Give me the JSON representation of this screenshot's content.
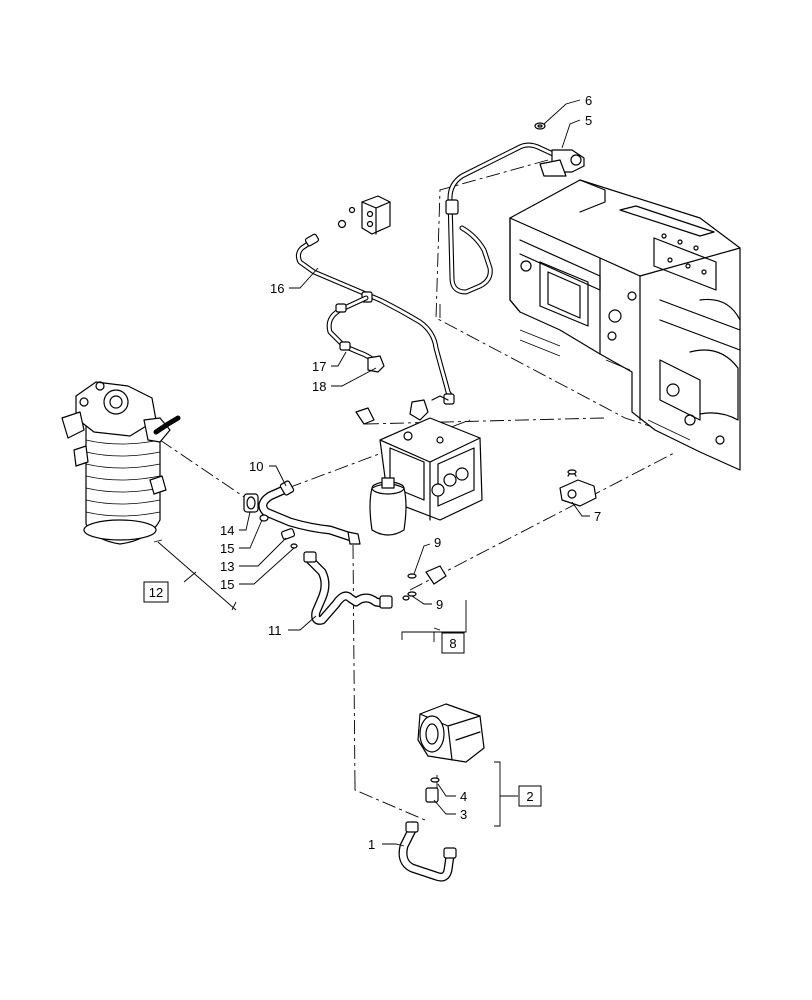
{
  "callouts": {
    "c1": "1",
    "c2": "2",
    "c3": "3",
    "c4": "4",
    "c5": "5",
    "c6": "6",
    "c7": "7",
    "c8": "8",
    "c9a": "9",
    "c9b": "9",
    "c10": "10",
    "c11": "11",
    "c12": "12",
    "c13": "13",
    "c14": "14",
    "c15a": "15",
    "c15b": "15",
    "c16": "16",
    "c17": "17",
    "c18": "18"
  }
}
